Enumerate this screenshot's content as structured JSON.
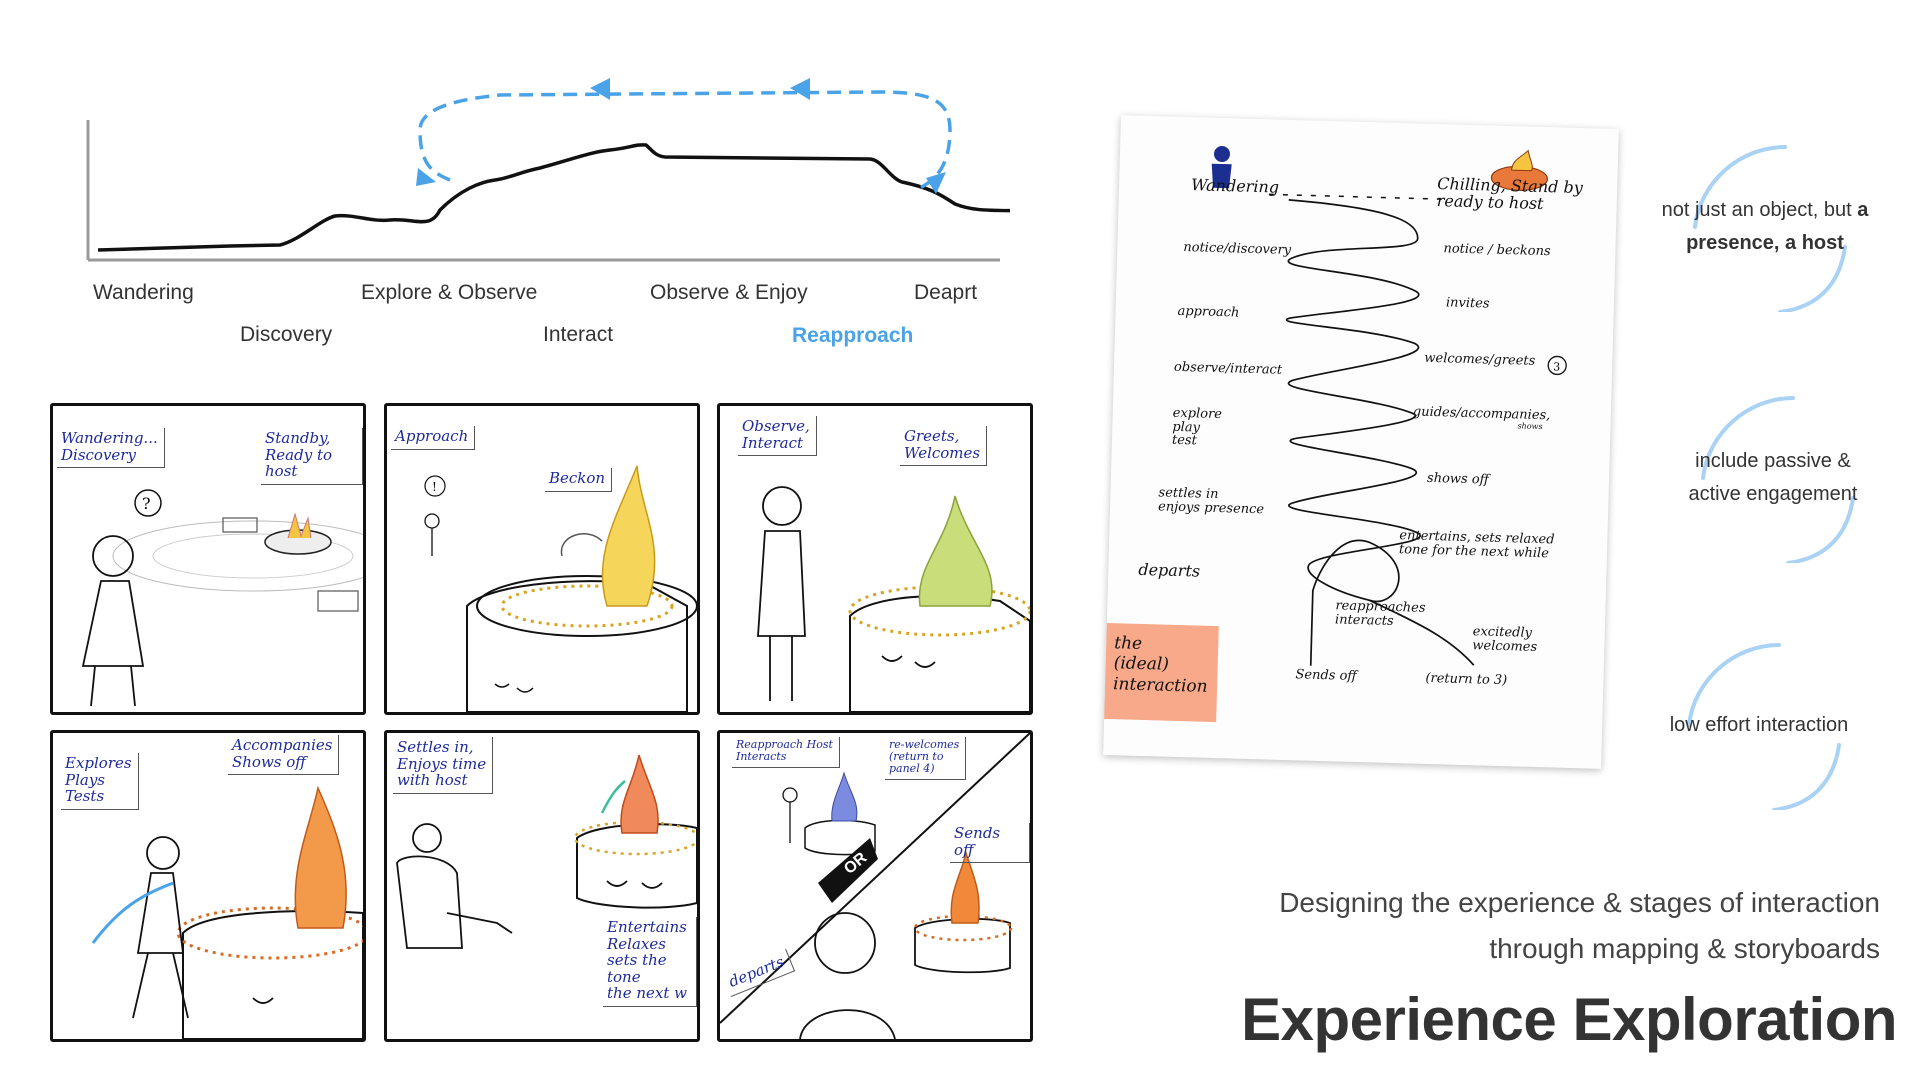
{
  "journey": {
    "stages": [
      {
        "label": "Wandering",
        "accent": false
      },
      {
        "label": "Discovery",
        "accent": false
      },
      {
        "label": "Explore & Observe",
        "accent": false
      },
      {
        "label": "Interact",
        "accent": false
      },
      {
        "label": "Observe & Enjoy",
        "accent": false
      },
      {
        "label": "Reapproach",
        "accent": true
      },
      {
        "label": "Deaprt",
        "accent": false
      }
    ],
    "colors": {
      "line": "#111111",
      "loop": "#4aa3e8",
      "axis": "#999999"
    }
  },
  "storyboard": {
    "panels": [
      {
        "notes": [
          "Wandering...\nDiscovery",
          "Standby,\nReady to host"
        ]
      },
      {
        "notes": [
          "Approach",
          "Beckon"
        ]
      },
      {
        "notes": [
          "Observe,\nInteract",
          "Greets,\nWelcomes"
        ]
      },
      {
        "notes": [
          "Explores\nPlays\nTests",
          "Accompanies\nShows off"
        ]
      },
      {
        "notes": [
          "Settles in,\nEnjoys time\nwith host",
          "Entertains\nRelaxes\nsets the tone\nthe next w"
        ]
      },
      {
        "notes": [
          "Reapproach Host\nInteracts",
          "re-welcomes\n(return to\npanel 4)",
          "Sends off",
          "departs",
          "OR"
        ]
      }
    ]
  },
  "sketch": {
    "left_steps": [
      "Wandering",
      "notice/discovery",
      "approach",
      "observe/interact",
      "explore\nplay\ntest",
      "settles in\nenjoys presence",
      "departs"
    ],
    "right_steps": [
      "Chilling, Stand by\nready to host",
      "notice / beckons",
      "invites",
      "welcomes/greets",
      "guides/accompanies,",
      "shows off",
      "entertains, sets relaxed\ntone for the next while",
      "reapproaches\ninteracts",
      "excitedly\nwelcomes",
      "Sends off",
      "(return to 3)"
    ],
    "tiny_note": "shows",
    "circled_number": "3",
    "sticky": "the\n(ideal)\ninteraction"
  },
  "principles": [
    {
      "pre": "not just an object, but ",
      "bold": "a presence, a host"
    },
    {
      "pre": "include passive & active engagement",
      "bold": ""
    },
    {
      "pre": "low effort interaction",
      "bold": ""
    }
  ],
  "subtitle": "Designing the experience & stages of interaction\nthrough mapping & storyboards",
  "title": "Experience Exploration"
}
